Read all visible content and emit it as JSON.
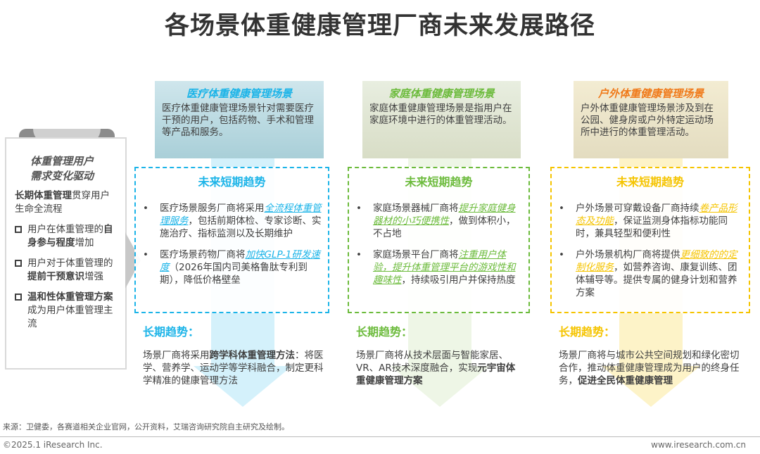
{
  "title": "各场景体重健康管理厂商未来发展路径",
  "left": {
    "heading1": "体重管理用户",
    "heading2": "需求变化驱动",
    "intro_bold": "长期体重管理",
    "intro": "贯穿用户生命全流程",
    "items": [
      {
        "a": "用户在体重管理的",
        "b": "自身参与程度",
        "c": "增加"
      },
      {
        "a": "用户对于体重管理的",
        "b": "提前干预意识",
        "c": "增强"
      },
      {
        "a": "",
        "b": "温和性体重管理方案",
        "c": "成为用户体重管理主流"
      }
    ]
  },
  "colors": {
    "medical": "#1cb4e8",
    "home": "#6cbb3c",
    "outdoor": "#f5c400",
    "outdoor_title": "#f07a1a"
  },
  "columns": [
    {
      "scene_title": "医疗体重健康管理场景",
      "scene_desc": "医疗体重健康管理场景针对需要医疗干预的用户，包括药物、手术和管理等产品和服务。",
      "short_title": "未来短期趋势",
      "bullets": [
        {
          "a": "医疗场景服务厂商将采用",
          "h": "全流程体重管理服务",
          "c": "，包括前期体检、专家诊断、实施治疗、指标监测以及长期维护"
        },
        {
          "a": "医疗场景药物厂商将",
          "h": "加快GLP-1研发速度",
          "c": "（2026年国内司美格鲁肽专利到期），降低价格壁垒"
        }
      ],
      "long_title": "长期趋势：",
      "long_a": "场景厂商将采用",
      "long_b": "跨学科体重管理方法",
      "long_c": "：将医学、营养学、运动学等学科融合，制定更科学精准的健康管理方法"
    },
    {
      "scene_title": "家庭体重健康管理场景",
      "scene_desc": "家庭体重健康管理场景是指用户在家庭环境中进行的体重管理活动。",
      "short_title": "未来短期趋势",
      "bullets": [
        {
          "a": "家庭场景器械厂商将",
          "h": "提升家庭健身器材的小巧便携性",
          "c": "，做到体积小，不占地"
        },
        {
          "a": "家庭场景平台厂商将",
          "h": "注重用户体验，提升体重管理平台的游戏性和趣味性",
          "c": "，持续吸引用户并保持热度"
        }
      ],
      "long_title": "长期趋势：",
      "long_a": "场景厂商将从技术层面与智能家居、VR、AR技术深度融合，实现",
      "long_b": "元宇宙体重健康管理方案",
      "long_c": ""
    },
    {
      "scene_title": "户外体重健康管理场景",
      "scene_desc": "户外体重健康管理场景涉及到在公园、健身房或户外特定运动场所中进行的体重管理活动。",
      "short_title": "未来短期趋势",
      "bullets": [
        {
          "a": "户外场景可穿戴设备厂商持续",
          "h": "卷产品形态及功能",
          "c": "，保证监测身体指标功能同时，兼具轻型和便利性"
        },
        {
          "a": "户外场景机构厂商将提供",
          "h": "更细致的的定制化服务",
          "c": "，如营养咨询、康复训练、团体辅导等。提供专属的健身计划和营养方案"
        }
      ],
      "long_title": "长期趋势：",
      "long_a": "场景厂商将与城市公共空间规划和绿化密切合作，推动体重健康管理成为用户的终身任务，",
      "long_b": "促进全民体重健康管理",
      "long_c": ""
    }
  ],
  "footer": {
    "source": "来源：卫健委，各赛道相关企业官网，公开资料，艾瑞咨询研究院自主研究及绘制。",
    "copyright": "©2025.1 iResearch Inc.",
    "site": "www.iresearch.com.cn"
  }
}
